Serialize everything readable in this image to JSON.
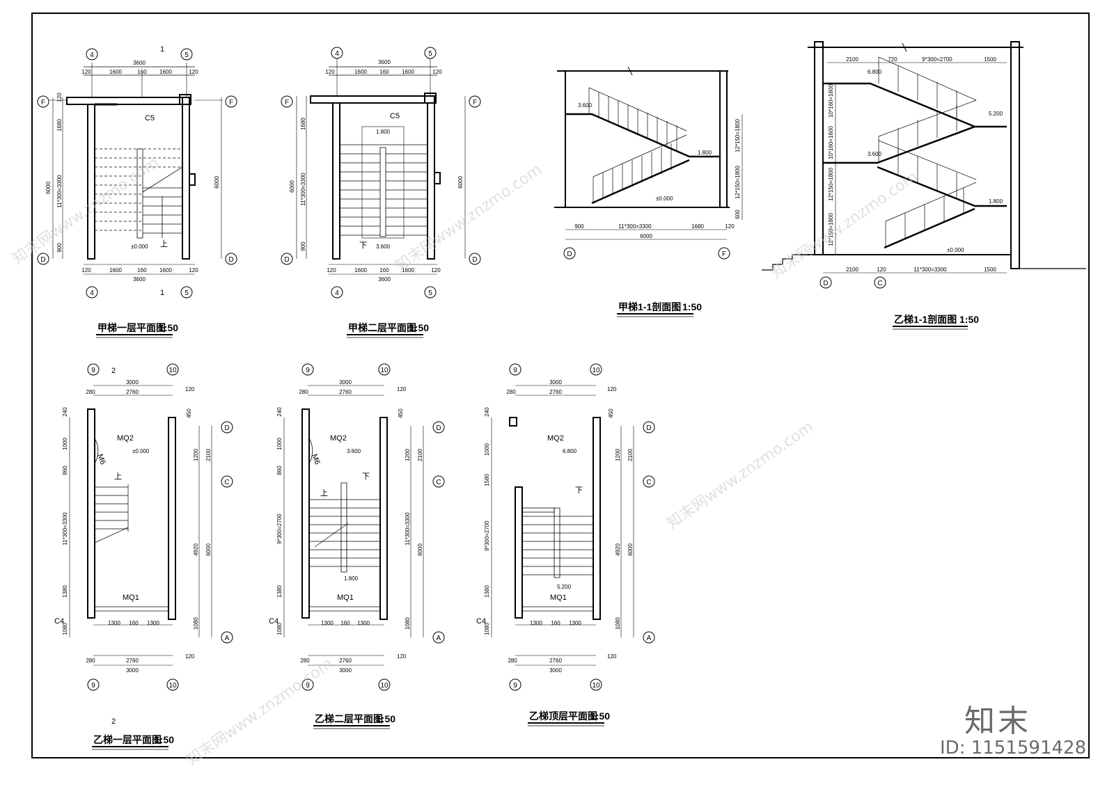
{
  "titles": {
    "jia_1f": "甲梯一层平面图",
    "jia_2f": "甲梯二层平面图",
    "jia_sec": "甲梯1-1剖面图",
    "yi_sec": "乙梯1-1剖面图",
    "yi_1f": "乙梯一层平面图",
    "yi_2f": "乙梯二层平面图",
    "yi_top": "乙梯顶层平面图",
    "scale": "1:50"
  },
  "axes": {
    "a4": "4",
    "a5": "5",
    "aF": "F",
    "aD": "D",
    "a9": "9",
    "a10": "10",
    "aC": "C",
    "aA": "A"
  },
  "labels": {
    "c5": "C5",
    "c4": "C4",
    "mq1": "MQ1",
    "mq2": "MQ2",
    "m6": "M6",
    "up": "上",
    "down": "下",
    "sec": "1",
    "sec2": "2"
  },
  "elev": {
    "e0": "±0.000",
    "e18": "1.800",
    "e36": "3.600",
    "e52": "5.200",
    "e68": "6.800"
  },
  "dims": {
    "d3600": "3600",
    "d1600": "1600",
    "d160": "160",
    "d120": "120",
    "d20": "20",
    "d1680": "1680",
    "d6000": "6000",
    "d11x300": "11*300=3300",
    "d900": "900",
    "d3000": "3000",
    "d2760": "2760",
    "d280": "280",
    "d240": "240",
    "d450": "450",
    "d1000": "1000",
    "d860": "860",
    "d1200": "1200",
    "d2100": "2100",
    "d4920": "4920",
    "d1380": "1380",
    "d1080": "1080",
    "d1300": "1300",
    "d9x300": "9*300=2700",
    "d1580": "1580",
    "d600": "600",
    "d12x150": "12*150=1800",
    "d10x160": "10*160=1600",
    "d720": "720",
    "d1500": "1500"
  },
  "watermark": {
    "brand": "知末",
    "id": "ID: 1151591428",
    "site": "知末网www.znzmo.com"
  }
}
